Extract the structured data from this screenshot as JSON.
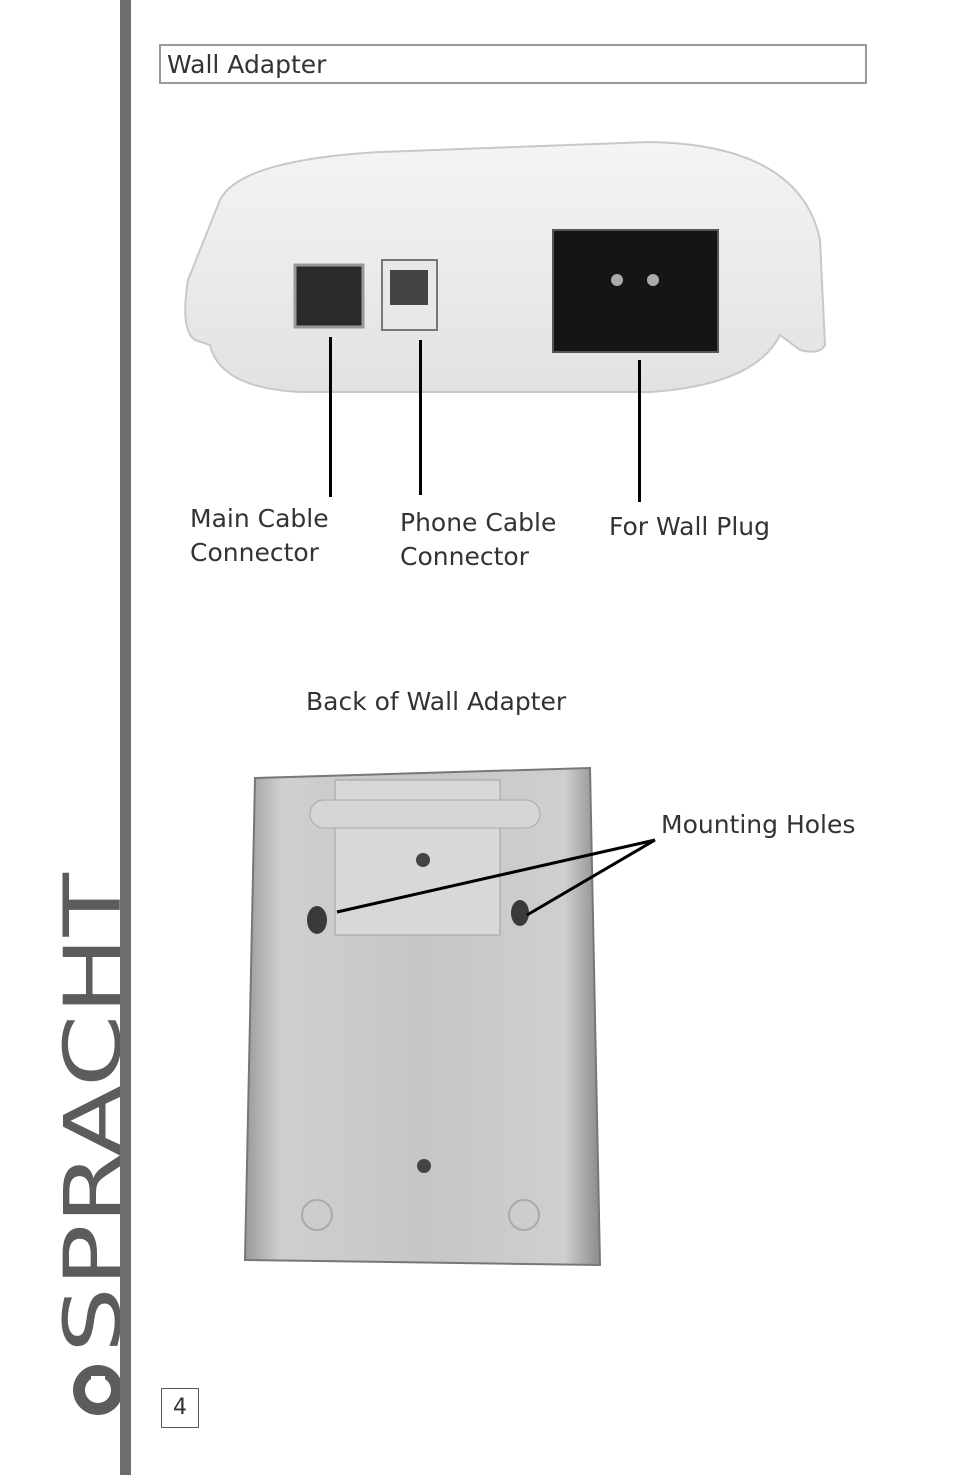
{
  "header": {
    "section_title": "Wall Adapter"
  },
  "front_view": {
    "labels": {
      "main_cable": [
        "Main Cable",
        "Connector"
      ],
      "phone_cable": [
        "Phone Cable",
        "Connector"
      ],
      "wall_plug": "For Wall Plug"
    }
  },
  "back_view": {
    "caption": "Back of Wall Adapter",
    "mounting_label": "Mounting Holes"
  },
  "brand": {
    "logo_text": "SPRACHT"
  },
  "footer": {
    "page_number": "4"
  }
}
